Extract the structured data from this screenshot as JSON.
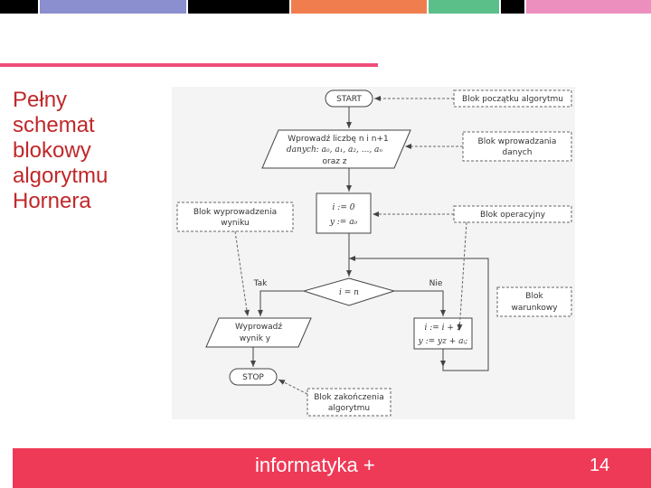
{
  "top_bar_colors": [
    "#000000",
    "#8b8fcf",
    "#000000",
    "#f07d4e",
    "#5bbf8a",
    "#000000",
    "#ec8fbf"
  ],
  "accent_color": "#ee4d7a",
  "footer_color": "#ef3a57",
  "title_lines": [
    "Pełny",
    "schemat",
    "blokowy",
    "algorytmu",
    "Hornera"
  ],
  "diagram": {
    "start": "START",
    "input_line1": "Wprowadź liczbę n i n+1",
    "input_line2": "danych: a₀, a₁, a₂, ..., aₙ",
    "input_line3": "oraz z",
    "assign_line1": "i := 0",
    "assign_line2": "y := a₀",
    "condition": "i = n",
    "yes_label": "Tak",
    "no_label": "Nie",
    "loop_line1": "i := i + 1",
    "loop_line2": "y := yz + aᵢ;",
    "output_line1": "Wyprowadź",
    "output_line2": "wynik y",
    "stop": "STOP",
    "note_start": "Blok początku algorytmu",
    "note_input_1": "Blok wprowadzania",
    "note_input_2": "danych",
    "note_output_1": "Blok wyprowadzenia",
    "note_output_2": "wyniku",
    "note_operation": "Blok operacyjny",
    "note_condition_1": "Blok",
    "note_condition_2": "warunkowy",
    "note_end_1": "Blok zakończenia",
    "note_end_2": "algorytmu"
  },
  "footer": {
    "course": "informatyka +",
    "page": "14"
  }
}
